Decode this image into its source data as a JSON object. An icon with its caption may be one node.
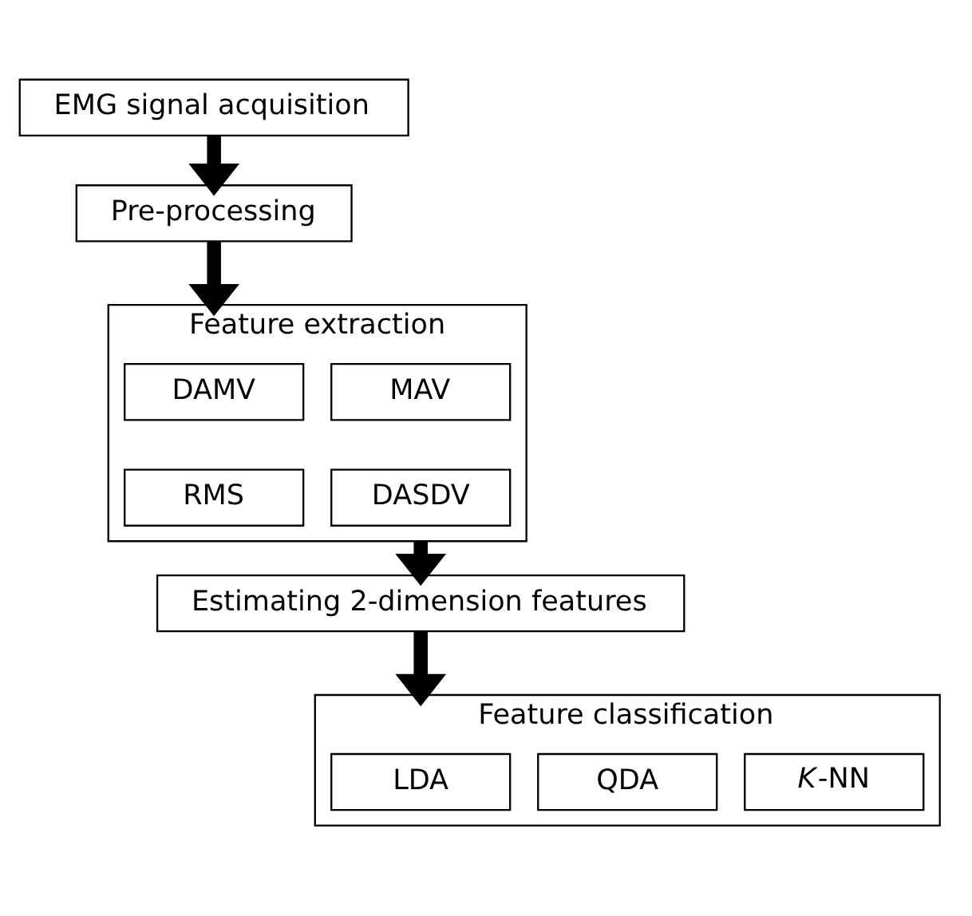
{
  "diagram": {
    "nodes": [
      {
        "text": [
          "EMG signal acquisition"
        ]
      },
      {
        "text": [
          "Pre-processing"
        ]
      },
      {
        "text": [
          "Feature extraction"
        ]
      },
      {
        "text": [
          "DAMV"
        ],
        "in": 2
      },
      {
        "text": [
          "MAV"
        ],
        "in": 2
      },
      {
        "text": [
          "RMS"
        ],
        "in": 2
      },
      {
        "text": [
          "DASDV"
        ],
        "in": 2
      },
      {
        "text": [
          "Estimating 2-dimension features"
        ]
      },
      {
        "text": [
          "Feature classification"
        ]
      },
      {
        "text": [
          "LDA"
        ],
        "in": 8
      },
      {
        "text": [
          "QDA"
        ],
        "in": 8
      },
      {
        "text": [
          "*K*-NN"
        ],
        "in": 8
      }
    ],
    "edges": [
      {
        "from": 0,
        "to": 1,
        "arrow": "to"
      },
      {
        "from": 1,
        "to": 2,
        "arrow": "to"
      },
      {
        "from": 2,
        "to": 7,
        "arrow": "to"
      },
      {
        "from": 7,
        "to": 8,
        "arrow": "to"
      }
    ]
  }
}
